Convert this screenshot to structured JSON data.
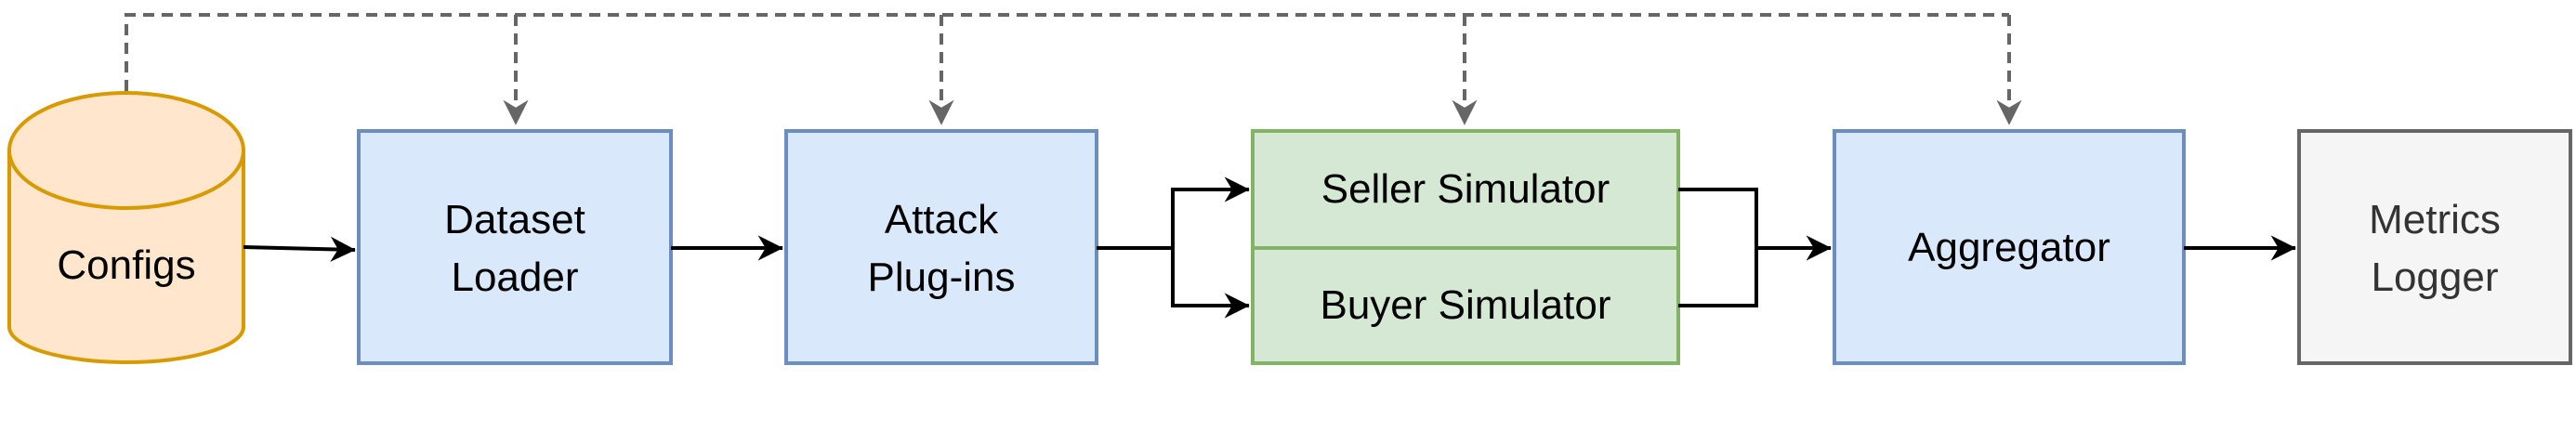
{
  "nodes": {
    "configs": {
      "label": "Configs"
    },
    "dataset_loader": {
      "line1": "Dataset",
      "line2": "Loader"
    },
    "attack_plugins": {
      "line1": "Attack",
      "line2": "Plug-ins"
    },
    "seller_simulator": {
      "label": "Seller Simulator"
    },
    "buyer_simulator": {
      "label": "Buyer Simulator"
    },
    "aggregator": {
      "label": "Aggregator"
    },
    "metrics_logger": {
      "line1": "Metrics",
      "line2": "Logger"
    }
  },
  "colors": {
    "config_fill": "#ffe6cc",
    "config_stroke": "#d79b00",
    "process_fill": "#dae8fc",
    "process_stroke": "#6c8ebf",
    "simulator_fill": "#d5e8d4",
    "simulator_stroke": "#82b366",
    "logger_fill": "#f5f5f5",
    "logger_stroke": "#666666",
    "edge": "#000000",
    "dashed_edge": "#666666"
  }
}
